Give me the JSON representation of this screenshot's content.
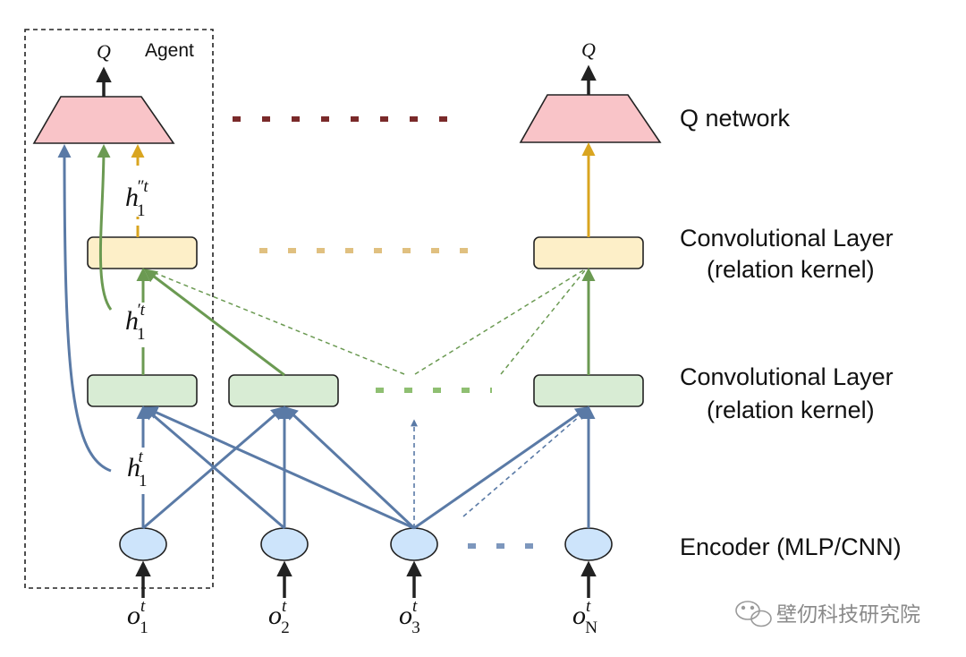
{
  "agent_box": {
    "label": "Agent"
  },
  "q_output": {
    "symbol": "Q"
  },
  "layer_labels": {
    "q_network": "Q network",
    "conv2_line1": "Convolutional Layer",
    "conv2_line2": "(relation kernel)",
    "conv1_line1": "Convolutional Layer",
    "conv1_line2": "(relation kernel)",
    "encoder": "Encoder (MLP/CNN)"
  },
  "hidden_labels": {
    "h_base": "h",
    "h_sub": "1",
    "h_sup": "t",
    "h_prime_sup": "′t",
    "h_dprime_sup": "″t"
  },
  "observations": [
    {
      "base": "o",
      "sup": "t",
      "sub": "1"
    },
    {
      "base": "o",
      "sup": "t",
      "sub": "2"
    },
    {
      "base": "o",
      "sup": "t",
      "sub": "3"
    },
    {
      "base": "o",
      "sup": "t",
      "sub": "N"
    }
  ],
  "watermark": {
    "text": "壁仞科技研究院"
  },
  "colors": {
    "q_fill": "#f9c4c8",
    "conv2_fill": "#fdefc8",
    "conv1_fill": "#d8ecd4",
    "encoder_fill": "#cde4fb",
    "blue_edge": "#5a7aa6",
    "green_edge": "#6b9a52",
    "gold_edge": "#d9a520",
    "dark_arrow": "#222222",
    "q_dots": "#7a2a2a",
    "conv2_dots": "#e0c080",
    "conv1_dots": "#8fbf72",
    "enc_dots": "#7d97bd"
  }
}
